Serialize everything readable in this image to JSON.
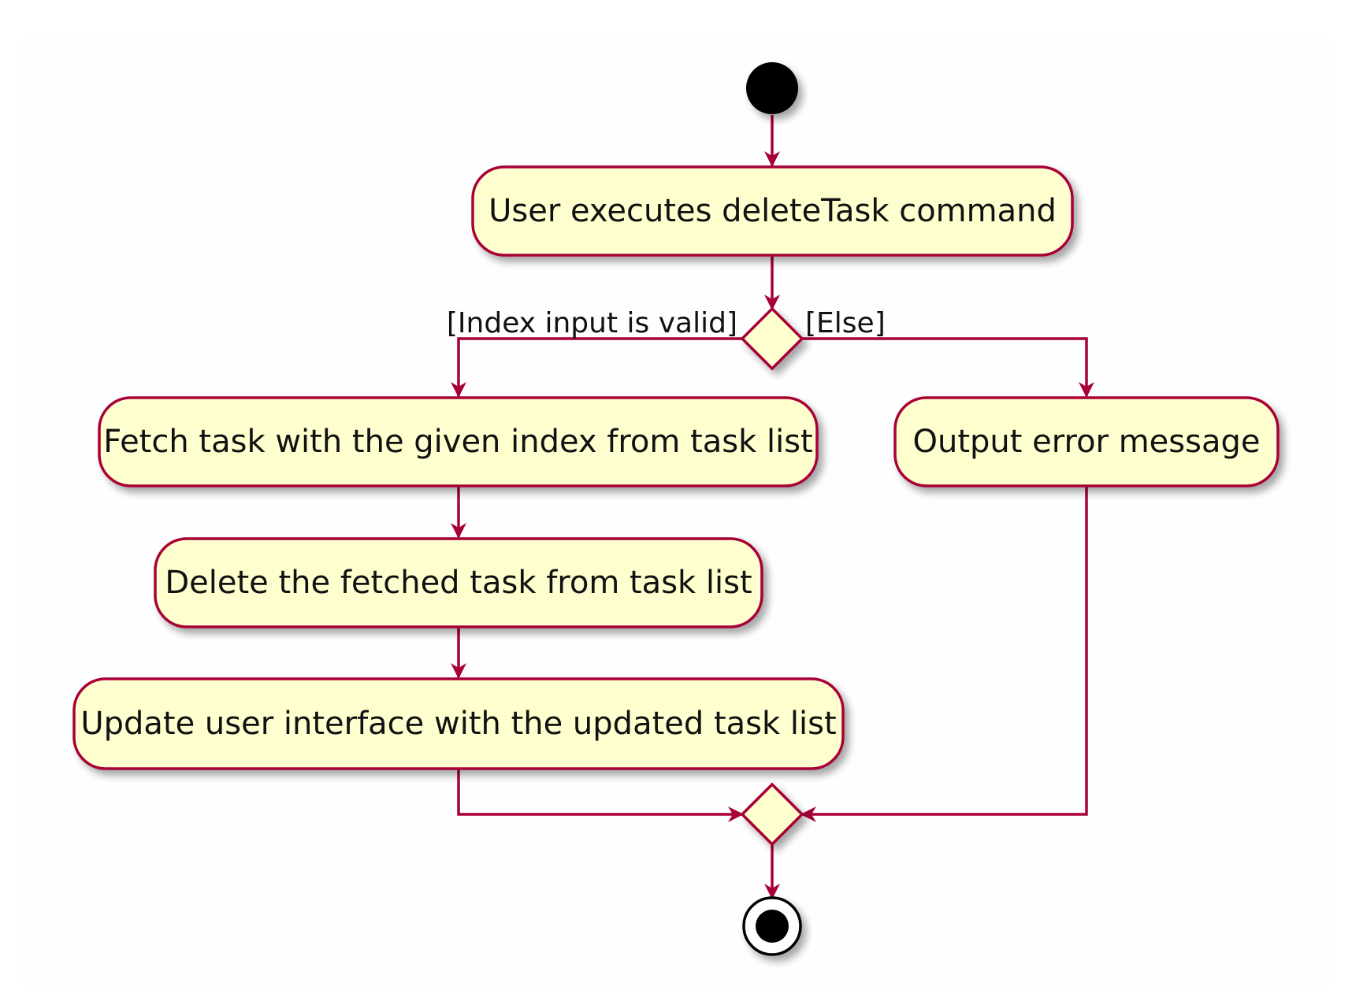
{
  "diagram": {
    "type": "uml-activity-diagram",
    "colors": {
      "background": "#ffffff",
      "panel": "#fefefe",
      "node_fill": "#fefece",
      "stroke": "#a80036",
      "start": "#000000",
      "text": "#111111"
    },
    "nodes": {
      "start": {
        "kind": "initial-node"
      },
      "execute": {
        "kind": "action",
        "label": "User executes deleteTask command"
      },
      "decision": {
        "kind": "decision"
      },
      "fetch": {
        "kind": "action",
        "label": "Fetch task with the given index from task list"
      },
      "delete": {
        "kind": "action",
        "label": "Delete the fetched task from task list"
      },
      "update": {
        "kind": "action",
        "label": "Update user interface with the updated task list"
      },
      "error": {
        "kind": "action",
        "label": "Output error message"
      },
      "merge": {
        "kind": "merge"
      },
      "end": {
        "kind": "final-node"
      }
    },
    "guards": {
      "valid": "[Index input is valid]",
      "else": "[Else]"
    },
    "edges": [
      {
        "from": "start",
        "to": "execute"
      },
      {
        "from": "execute",
        "to": "decision"
      },
      {
        "from": "decision",
        "to": "fetch",
        "guard": "valid"
      },
      {
        "from": "decision",
        "to": "error",
        "guard": "else"
      },
      {
        "from": "fetch",
        "to": "delete"
      },
      {
        "from": "delete",
        "to": "update"
      },
      {
        "from": "update",
        "to": "merge"
      },
      {
        "from": "error",
        "to": "merge"
      },
      {
        "from": "merge",
        "to": "end"
      }
    ]
  }
}
